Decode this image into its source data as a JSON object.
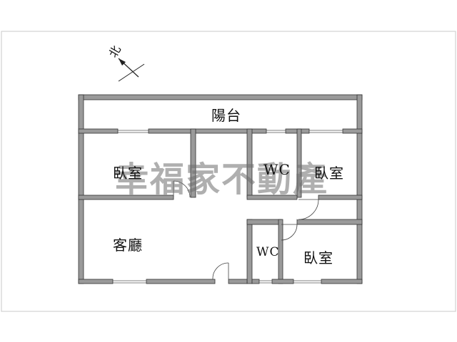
{
  "compass": {
    "label": "北",
    "icon": "north-arrow-icon"
  },
  "rooms": {
    "balcony": "陽台",
    "bedroom_left": "臥室",
    "wc_upper": "WC",
    "bedroom_upper_right": "臥室",
    "living_room": "客廳",
    "wc_lower": "WC",
    "bedroom_lower_right": "臥室"
  },
  "watermark": "幸福家不動產",
  "colors": {
    "wall": "#9a9a9a",
    "wall_outline": "#333333",
    "border": "#c8c8c8"
  }
}
